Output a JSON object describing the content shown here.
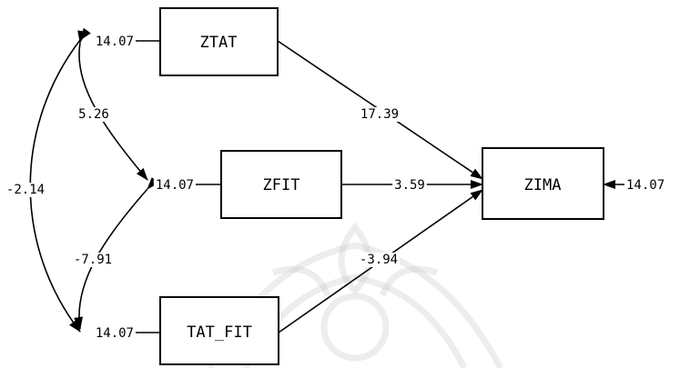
{
  "nodes": {
    "ztat": {
      "label": "ZTAT",
      "variance": "14.07"
    },
    "zfit": {
      "label": "ZFIT",
      "variance": "14.07"
    },
    "tat_fit": {
      "label": "TAT_FIT",
      "variance": "14.07"
    },
    "zima": {
      "label": "ZIMA",
      "error_variance": "14.07"
    }
  },
  "covariances": {
    "ztat_zfit": "5.26",
    "ztat_tatfit": "-2.14",
    "zfit_tatfit": "-7.91"
  },
  "paths": {
    "ztat_zima": "17.39",
    "zfit_zima": "3.59",
    "tatfit_zima": "-3.94"
  }
}
